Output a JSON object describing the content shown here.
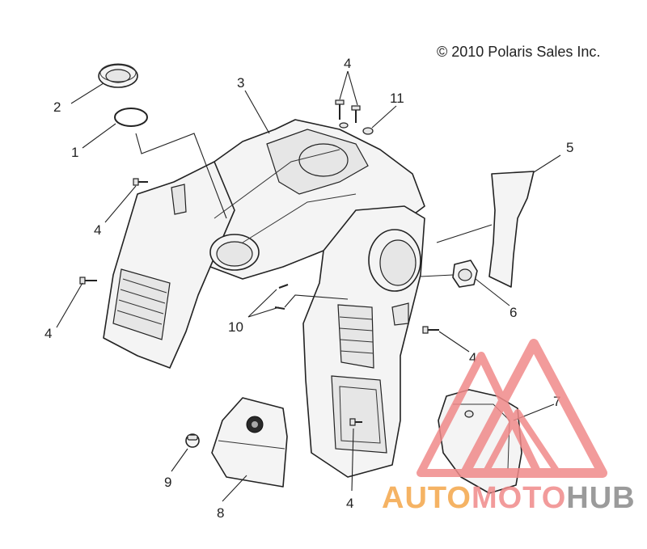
{
  "copyright": "© 2010 Polaris Sales Inc.",
  "callouts": {
    "c1": "1",
    "c2": "2",
    "c3": "3",
    "c4a": "4",
    "c4b": "4",
    "c4c": "4",
    "c4d": "4",
    "c4e": "4",
    "c5": "5",
    "c6": "6",
    "c7": "7",
    "c8": "8",
    "c9": "9",
    "c10": "10",
    "c11": "11"
  },
  "watermark": {
    "part1": "AUTO",
    "part2": "MOTO",
    "part3": "HUB",
    "color_primary": "#f4a64a",
    "color_secondary": "#f08a8a",
    "color_dark": "#8a8a8a"
  }
}
